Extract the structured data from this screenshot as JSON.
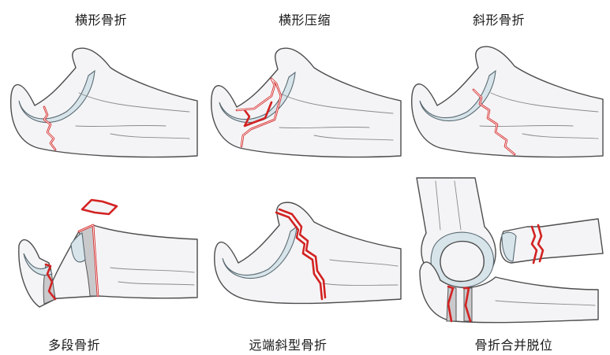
{
  "panels": [
    {
      "label": "横形骨折"
    },
    {
      "label": "横形压缩"
    },
    {
      "label": "斜形骨折"
    },
    {
      "label": "多段骨折"
    },
    {
      "label": "远端斜型骨折"
    },
    {
      "label": "骨折合并脱位"
    }
  ]
}
